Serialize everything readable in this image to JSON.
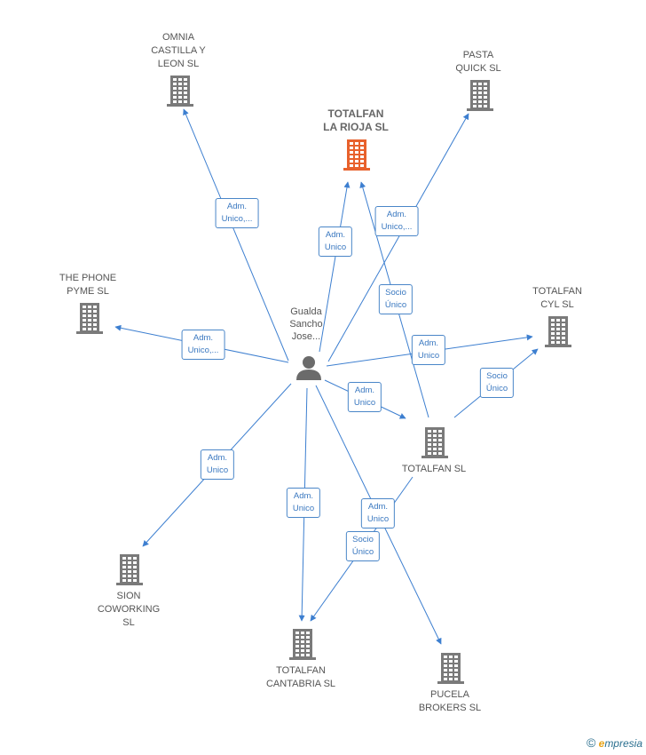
{
  "colors": {
    "edge": "#3d7fd0",
    "building": "#7a7a7a",
    "highlight": "#e8612c",
    "person": "#6b6b6b"
  },
  "person": {
    "id": "person",
    "label": "Gualda\nSancho\nJose..."
  },
  "companies": [
    {
      "id": "omnia",
      "label": "OMNIA\nCASTILLA Y\nLEON  SL",
      "highlight": false
    },
    {
      "id": "pasta",
      "label": "PASTA\nQUICK  SL",
      "highlight": false
    },
    {
      "id": "rioja",
      "label": "TOTALFAN\nLA RIOJA  SL",
      "highlight": true
    },
    {
      "id": "phone",
      "label": "THE PHONE\nPYME  SL",
      "highlight": false
    },
    {
      "id": "cyl",
      "label": "TOTALFAN\nCYL  SL",
      "highlight": false
    },
    {
      "id": "totalfan",
      "label": "TOTALFAN SL",
      "highlight": false
    },
    {
      "id": "sion",
      "label": "SION\nCOWORKING\nSL",
      "highlight": false
    },
    {
      "id": "cantabria",
      "label": "TOTALFAN\nCANTABRIA  SL",
      "highlight": false
    },
    {
      "id": "pucela",
      "label": "PUCELA\nBROKERS  SL",
      "highlight": false
    }
  ],
  "edges": [
    {
      "from": "person",
      "to": "omnia",
      "label": "Adm.\nUnico,..."
    },
    {
      "from": "person",
      "to": "pasta",
      "label": "Adm.\nUnico,..."
    },
    {
      "from": "person",
      "to": "rioja",
      "label": "Adm.\nUnico"
    },
    {
      "from": "person",
      "to": "phone",
      "label": "Adm.\nUnico,..."
    },
    {
      "from": "person",
      "to": "cyl",
      "label": "Adm.\nUnico"
    },
    {
      "from": "person",
      "to": "totalfan",
      "label": "Adm.\nUnico"
    },
    {
      "from": "person",
      "to": "sion",
      "label": "Adm.\nUnico"
    },
    {
      "from": "person",
      "to": "cantabria",
      "label": "Adm.\nUnico"
    },
    {
      "from": "person",
      "to": "pucela",
      "label": "Adm.\nUnico"
    },
    {
      "from": "totalfan",
      "to": "rioja",
      "label": "Socio\nÚnico"
    },
    {
      "from": "totalfan",
      "to": "cyl",
      "label": "Socio\nÚnico"
    },
    {
      "from": "totalfan",
      "to": "cantabria",
      "label": "Socio\nÚnico"
    }
  ],
  "watermark": {
    "symbol": "©",
    "brand_initial": "e",
    "brand_rest": "mpresia"
  }
}
